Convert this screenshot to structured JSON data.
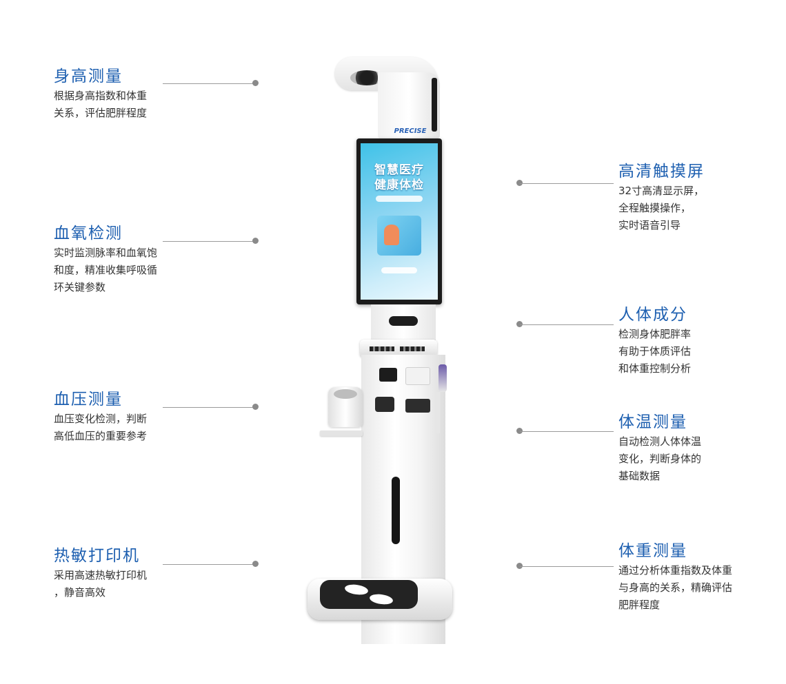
{
  "features": {
    "left": [
      {
        "title": "身高测量",
        "desc": "根据身高指数和体重\n关系，评估肥胖程度"
      },
      {
        "title": "血氧检测",
        "desc": "实时监测脉率和血氧饱\n和度，精准收集呼吸循\n环关键参数"
      },
      {
        "title": "血压测量",
        "desc": "血压变化检测，判断\n高低血压的重要参考"
      },
      {
        "title": "热敏打印机",
        "desc": "采用高速热敏打印机\n，静音高效"
      }
    ],
    "right": [
      {
        "title": "高清触摸屏",
        "desc": "32寸高清显示屏，\n全程触摸操作，\n实时语音引导"
      },
      {
        "title": "人体成分",
        "desc": "检测身体肥胖率\n有助于体质评估\n和体重控制分析"
      },
      {
        "title": "体温测量",
        "desc": "自动检测人体体温\n变化，判断身体的\n基础数据"
      },
      {
        "title": "体重测量",
        "desc": "通过分析体重指数及体重\n与身高的关系，精确评估\n肥胖程度"
      }
    ]
  },
  "machine": {
    "brand": "PRECISE",
    "screen": {
      "headline_1": "智慧医疗",
      "headline_2": "健康体检"
    }
  },
  "colors": {
    "accent": "#1d5fb0",
    "leader": "#9a9a9a",
    "body_text": "#333333"
  }
}
